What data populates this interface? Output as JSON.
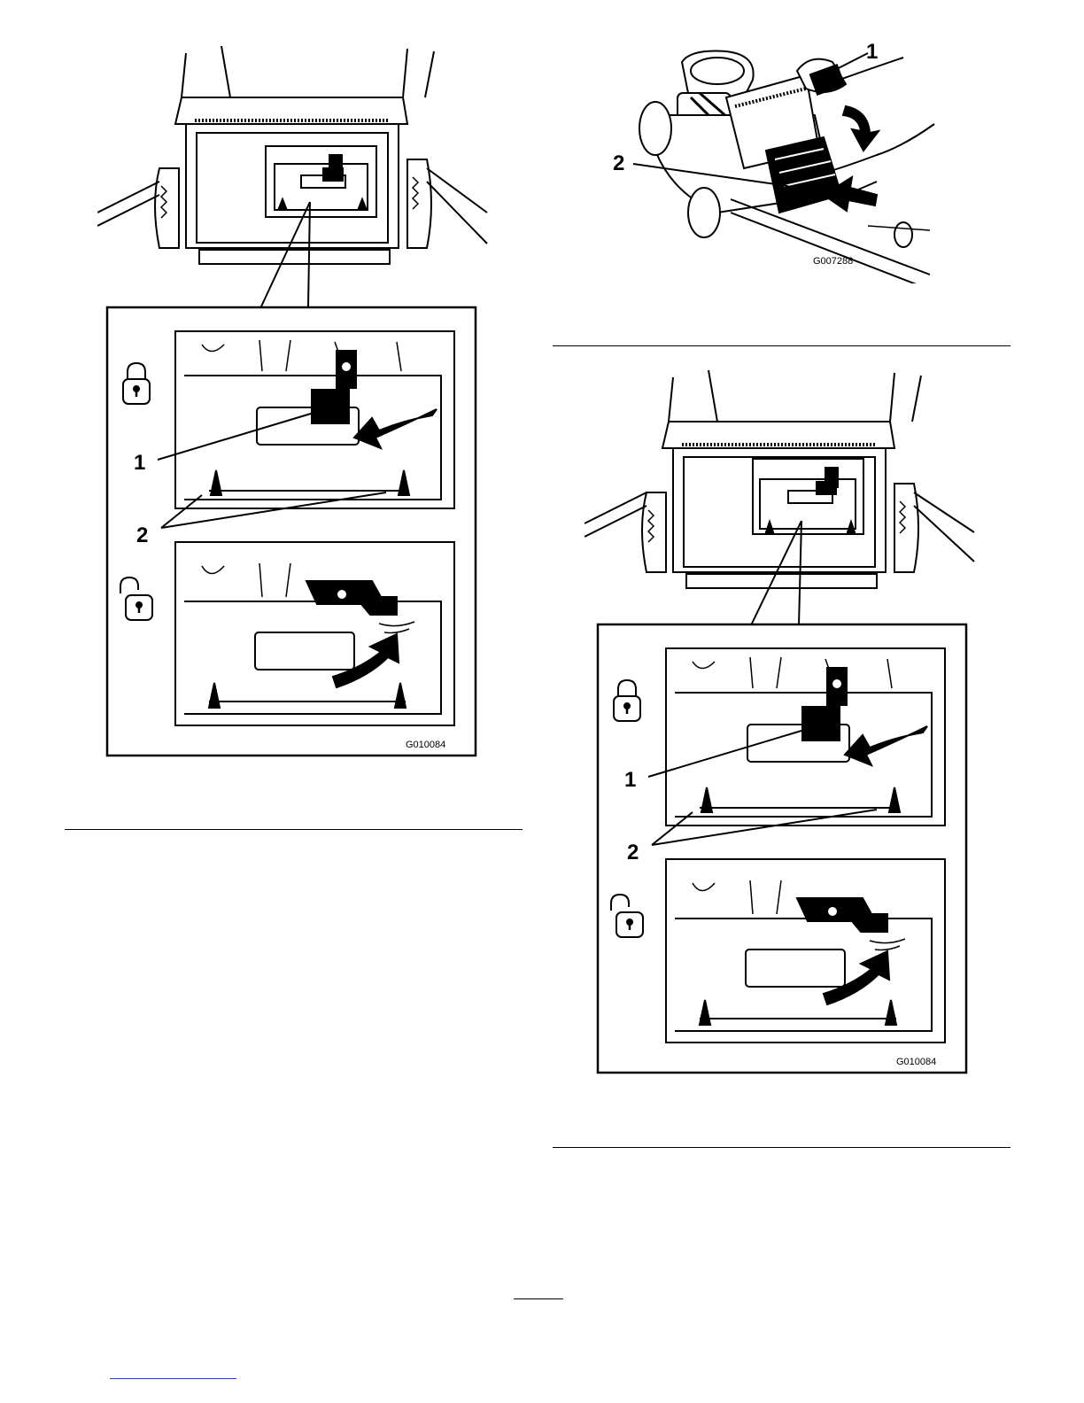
{
  "figures": {
    "left_detail": {
      "figure_id": "G010084",
      "callouts": {
        "latch": "1",
        "pins": "2"
      },
      "icons": {
        "locked": "padlock-closed-icon",
        "unlocked": "padlock-open-icon"
      }
    },
    "right_top": {
      "figure_id": "G007288",
      "callouts": {
        "bag_handle": "1",
        "latch": "2"
      }
    },
    "right_detail": {
      "figure_id": "G010084",
      "callouts": {
        "latch": "1",
        "pins": "2"
      },
      "icons": {
        "locked": "padlock-closed-icon",
        "unlocked": "padlock-open-icon"
      }
    }
  }
}
